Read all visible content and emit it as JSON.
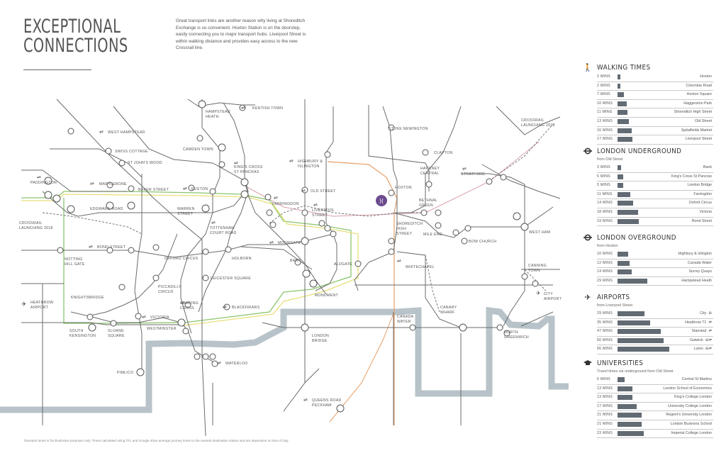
{
  "heading": {
    "line1": "EXCEPTIONAL",
    "line2": "CONNECTIONS"
  },
  "intro": "Great transport links are another reason why living at Shoreditch Exchange is so convenient. Hoxton Station is on the doorstep, easily connecting you to major transport hubs. Liverpool Street is within walking distance and provides easy access to the new Crossrail line.",
  "footnote": "Transport times is for illustrative purposes only. Times calculated using TFL and Google show average journey times to the nearest destination station and are dependent on time of day.",
  "colors": {
    "river": "#b7c3c9",
    "lines": "#6b6b6b",
    "overground": "#e3a06a",
    "crossrail_green": "#8bc56c",
    "crossrail_yellow": "#e8df7a",
    "accent_purple": "#6b4a8e",
    "bar": "#626b73"
  },
  "map_labels": {
    "kentish_town": "KENTISH TOWN",
    "hampstead_heath": "HAMPSTEAD\nHEATH",
    "west_hampstead": "WEST HAMPSTEAD",
    "swiss_cottage": "SWISS COTTAGE",
    "st_johns_wood": "ST JOHN'S WOOD",
    "camden_town": "CAMDEN TOWN",
    "kings_cross": "KING'S CROSS\nST PANCRAS",
    "highbury": "HIGHBURY &\nISLINGTON",
    "stoke_newington": "STOKE NEWINGTON",
    "clapton": "CLAPTON",
    "crossrail_2018_east": "CROSSRAIL\nLAUNCHING 2018",
    "hackney_central": "HACKNEY\nCENTRAL",
    "stratford": "STRATFORD",
    "paddington": "PADDINGTON",
    "marylebone": "MARYLEBONE",
    "baker_street": "BAKER STREET",
    "euston": "EUSTON",
    "old_street": "OLD STREET",
    "hoxton": "HOXTON",
    "edgware_road": "EDGWARE ROAD",
    "warren_street": "WARREN\nSTREET",
    "farringdon": "FARRINGDON",
    "liverpool_street": "LIVERPOOL\nSTREET",
    "bethnal_green": "BETHNAL\nGREEN",
    "crossrail_2018_west": "CROSSRAIL\nLAUNCHING 2018",
    "tottenham_court_road": "TOTTENHAM\nCOURT ROAD",
    "shoreditch_high_street": "SHOREDITCH\nHIGH\nSTREET",
    "mile_end": "MILE END",
    "west_ham": "WEST HAM",
    "bond_street": "BOND STREET",
    "moorgate": "MOORGATE",
    "bow_church": "BOW CHURCH",
    "notting_hill_gate": "NOTTING\nHILL GATE",
    "oxford_circus": "OXFORD CIRCUS",
    "holborn": "HOLBORN",
    "bank": "BANK",
    "aldgate": "ALDGATE",
    "whitechapel": "WHITECHAPEL",
    "canning_town": "CANNING\nTOWN",
    "leicester_square": "LEICESTER SQUARE",
    "knightsbridge": "KNIGHTSBRIDGE",
    "piccadilly_circus": "PICCADILLY\nCIRCUS",
    "heathrow_airport": "HEATHROW\nAIRPORT",
    "charing_cross": "CHARING\nCROSS",
    "blackfriars": "BLACKFRIARS",
    "monument": "MONUMENT",
    "city_airport": "CITY\nAIRPORT",
    "canada_water": "CANADA\nWATER",
    "canary_wharf": "CANARY\nWHARF",
    "victoria": "VICTORIA",
    "south_kensington": "SOUTH\nKENSINGTON",
    "sloane_square": "SLOANE\nSQUARE",
    "westminster": "WESTMINSTER",
    "london_bridge": "LONDON\nBRIDGE",
    "north_greenwich": "NORTH\nGREENWICH",
    "pimlico": "PIMLICO",
    "waterloo": "WATERLOO",
    "queens_road": "QUEENS ROAD\nPECKHAM"
  },
  "walking": {
    "title": "WALKING TIMES",
    "icon": "walking-person-icon",
    "subtitle": "",
    "rows": [
      {
        "time": "2 MINS",
        "dest": "Hoxton",
        "minutes": 2
      },
      {
        "time": "2 MINS",
        "dest": "Columbia Road",
        "minutes": 2
      },
      {
        "time": "7 MINS",
        "dest": "Hoxton Square",
        "minutes": 7
      },
      {
        "time": "10 MINS",
        "dest": "Haggerston Park",
        "minutes": 10
      },
      {
        "time": "11 MINS",
        "dest": "Shoreditch High Street",
        "minutes": 11
      },
      {
        "time": "13 MINS",
        "dest": "Old Street",
        "minutes": 13
      },
      {
        "time": "16 MINS",
        "dest": "Spitalfields Market",
        "minutes": 16
      },
      {
        "time": "17 MINS",
        "dest": "Liverpool Street",
        "minutes": 17
      }
    ]
  },
  "underground": {
    "title": "LONDON UNDERGROUND",
    "icon": "roundel-icon",
    "subtitle": "from Old Street",
    "rows": [
      {
        "time": "3 MINS",
        "dest": "Bank",
        "minutes": 3
      },
      {
        "time": "5 MINS",
        "dest": "King's Cross St Pancras",
        "minutes": 5
      },
      {
        "time": "5 MINS",
        "dest": "London Bridge",
        "minutes": 5
      },
      {
        "time": "11 MINS",
        "dest": "Farringdon",
        "minutes": 11
      },
      {
        "time": "14 MINS",
        "dest": "Oxford Circus",
        "minutes": 14
      },
      {
        "time": "18 MINS",
        "dest": "Victoria",
        "minutes": 18
      },
      {
        "time": "19 MINS",
        "dest": "Bond Street",
        "minutes": 19
      }
    ]
  },
  "overground": {
    "title": "LONDON OVERGROUND",
    "icon": "roundel-icon",
    "subtitle": "from Hoxton",
    "rows": [
      {
        "time": "10 MINS",
        "dest": "Highbury & Islington",
        "minutes": 10
      },
      {
        "time": "12 MINS",
        "dest": "Canada Water",
        "minutes": 12
      },
      {
        "time": "14 MINS",
        "dest": "Surrey Quays",
        "minutes": 14
      },
      {
        "time": "29 MINS",
        "dest": "Hampstead Heath",
        "minutes": 29
      }
    ]
  },
  "airports": {
    "title": "AIRPORTS",
    "icon": "airplane-icon",
    "subtitle": "from Liverpool Street",
    "rows": [
      {
        "time": "29 MINS",
        "dest": "City",
        "minutes": 29,
        "symbols": "⊖"
      },
      {
        "time": "35 MINS",
        "dest": "Heathrow T1",
        "minutes": 35,
        "symbols": "⇌"
      },
      {
        "time": "47 MINS",
        "dest": "Stansted",
        "minutes": 47,
        "symbols": "⇌"
      },
      {
        "time": "50 MINS",
        "dest": "Gatwick",
        "minutes": 50,
        "symbols": "⊖⇌"
      },
      {
        "time": "56 MINS",
        "dest": "Luton",
        "minutes": 56,
        "symbols": "⊖⇌"
      }
    ]
  },
  "universities": {
    "title": "UNIVERSITIES",
    "icon": "graduation-cap-icon",
    "subtitle": "Travel times via underground from Old Street",
    "rows": [
      {
        "time": "6 MINS",
        "dest": "Central St Martins",
        "minutes": 6
      },
      {
        "time": "13 MINS",
        "dest": "London School of Economics",
        "minutes": 13
      },
      {
        "time": "13 MINS",
        "dest": "King's College London",
        "minutes": 13
      },
      {
        "time": "17 MINS",
        "dest": "University College London",
        "minutes": 17
      },
      {
        "time": "21 MINS",
        "dest": "Regent's University London",
        "minutes": 21
      },
      {
        "time": "21 MINS",
        "dest": "London Business School",
        "minutes": 21
      },
      {
        "time": "23 MINS",
        "dest": "Imperial College London",
        "minutes": 23
      }
    ]
  }
}
